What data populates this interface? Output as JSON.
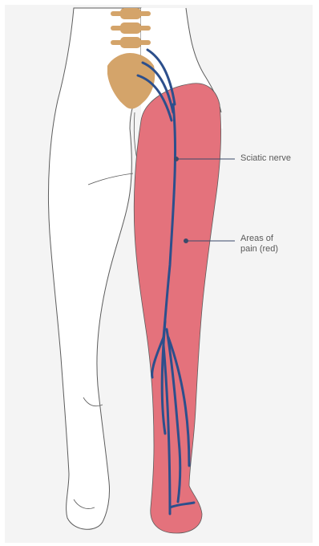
{
  "labels": {
    "sciatic_nerve": "Sciatic nerve",
    "pain_line1": "Areas of",
    "pain_line2": "pain (red)"
  },
  "colors": {
    "background": "#f4f4f4",
    "body_fill": "#ffffff",
    "body_outline": "#5c5c5c",
    "pain_area": "#e4727c",
    "nerve": "#2c4f8c",
    "spine_pelvis": "#d4a46a",
    "leader_line": "#3a4a6a"
  }
}
